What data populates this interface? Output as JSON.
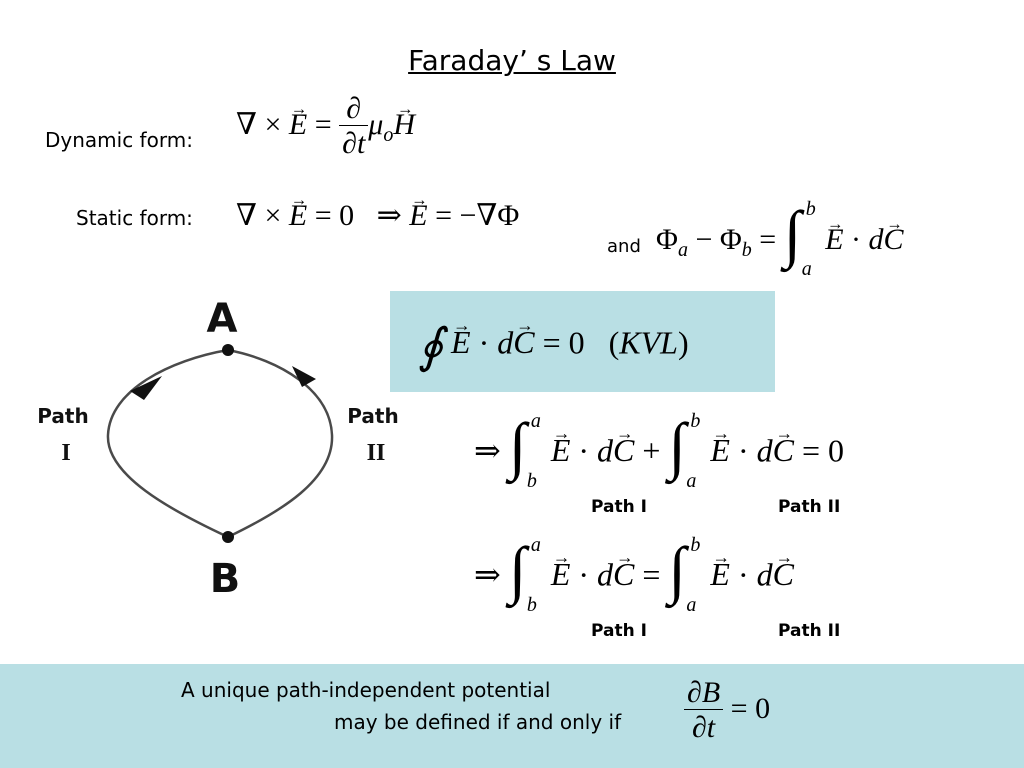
{
  "slide": {
    "title": "Faraday’ s Law",
    "dynamic_label": "Dynamic form:",
    "static_label": "Static form:",
    "and_label": "and",
    "diagram": {
      "point_a": "A",
      "point_b": "B",
      "path_1_word": "Path",
      "path_1_num": "I",
      "path_2_word": "Path",
      "path_2_num": "II"
    },
    "path_labels": {
      "first_row_left": "Path I",
      "first_row_right": "Path II",
      "second_row_left": "Path I",
      "second_row_right": "Path II"
    },
    "conclusion_line1": "A unique path-independent potential",
    "conclusion_line2": "may be defined if and only if",
    "colors": {
      "highlight": "#b9dfe4",
      "line": "#4a4a4a"
    }
  },
  "equations": {
    "dynamic": "∇ × E = ∂/∂t μo H",
    "static": "∇ × E = 0  ⇒ E = −∇Φ",
    "potential": "Φa − Φb = ∫ from a to b E · dC",
    "kvl": "∮ E · dC = 0  (KVL)",
    "sum": "⇒ ∫ from b to a E · dC + ∫ from a to b E · dC = 0",
    "equal": "⇒ ∫ from b to a E · dC = ∫ from a to b E · dC",
    "condition": "∂B/∂t = 0"
  }
}
